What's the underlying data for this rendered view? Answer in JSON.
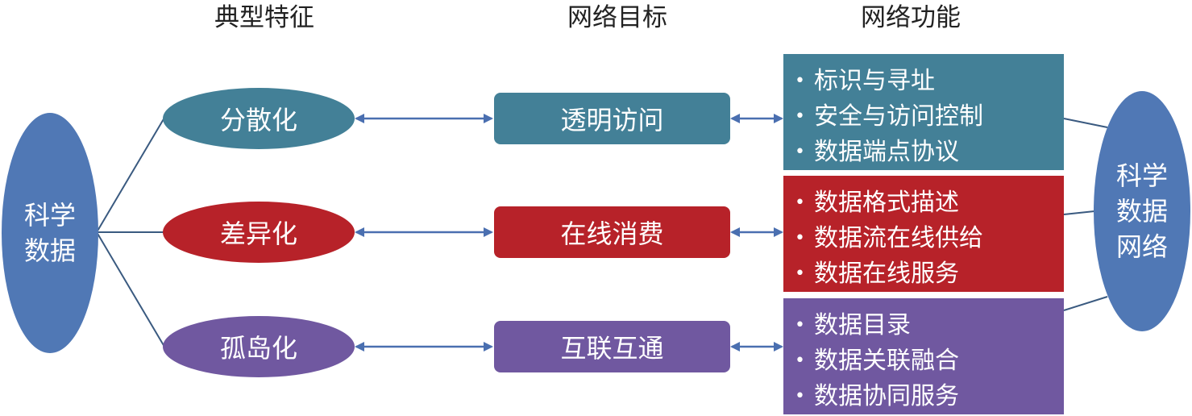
{
  "headers": {
    "features": "典型特征",
    "goals": "网络目标",
    "functions": "网络功能"
  },
  "source": {
    "label_line1": "科学",
    "label_line2": "数据"
  },
  "target": {
    "label_line1": "科学",
    "label_line2": "数据",
    "label_line3": "网络"
  },
  "rows": [
    {
      "feature": "分散化",
      "goal": "透明访问",
      "functions": [
        "标识与寻址",
        "安全与访问控制",
        "数据端点协议"
      ],
      "color": "#438097"
    },
    {
      "feature": "差异化",
      "goal": "在线消费",
      "functions": [
        "数据格式描述",
        "数据流在线供给",
        "数据在线服务"
      ],
      "color": "#b72229"
    },
    {
      "feature": "孤岛化",
      "goal": "互联互通",
      "functions": [
        "数据目录",
        "数据关联融合",
        "数据协同服务"
      ],
      "color": "#7058a0"
    }
  ],
  "colors": {
    "source_ellipse": "#5078b5",
    "target_ellipse": "#5078b5",
    "arrow": "#4a6fb0",
    "connector": "#3a5a80"
  },
  "icons": {
    "bullet": "•"
  }
}
